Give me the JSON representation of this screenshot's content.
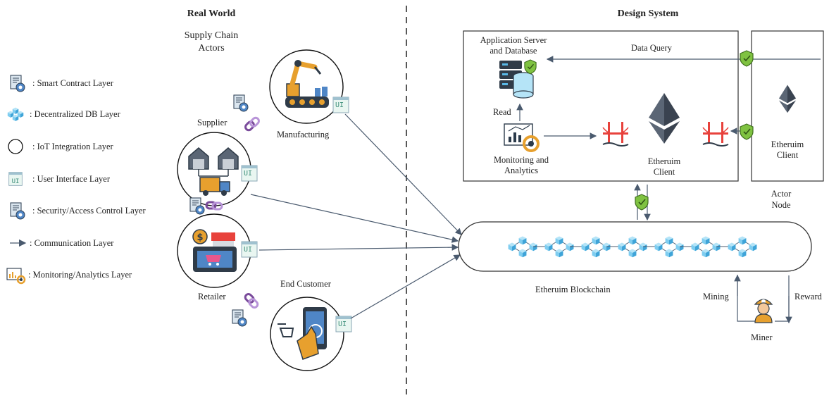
{
  "real_world": {
    "title": "Real World",
    "subtitle_line1": "Supply Chain",
    "subtitle_line2": "Actors",
    "actors": {
      "manufacturing": "Manufacturing",
      "supplier": "Supplier",
      "retailer": "Retailer",
      "end_customer": "End Customer"
    },
    "ui_badge": "UI"
  },
  "design_system": {
    "title": "Design System",
    "app_server_line1": "Application Server",
    "app_server_line2": "and Database",
    "data_query": "Data Query",
    "read": "Read",
    "monitoring_line1": "Monitoring and",
    "monitoring_line2": "Analytics",
    "eth_client_line1": "Etheruim",
    "eth_client_line2": "Client",
    "actor_client_line1": "Etheruim",
    "actor_client_line2": "Client",
    "actor_node_line1": "Actor",
    "actor_node_line2": "Node",
    "blockchain": "Etheruim Blockchain",
    "mining": "Mining",
    "reward": "Reward",
    "miner": "Miner"
  },
  "legend": [
    {
      "icon": "smart-contract-icon",
      "label": ": Smart Contract Layer"
    },
    {
      "icon": "decentralized-db-icon",
      "label": ": Decentralized DB Layer"
    },
    {
      "icon": "iot-circle-icon",
      "label": ": IoT Integration Layer"
    },
    {
      "icon": "ui-icon",
      "label": ": User Interface Layer"
    },
    {
      "icon": "security-icon",
      "label": ": Security/Access Control Layer"
    },
    {
      "icon": "arrow-icon",
      "label": ": Communication Layer"
    },
    {
      "icon": "analytics-icon",
      "label": ": Monitoring/Analytics Layer"
    }
  ],
  "colors": {
    "line": "#4a5a6e",
    "block": "#5ab8e6",
    "shield": "#7fc241",
    "bridge": "#e8423c",
    "eth": "#4a5563"
  }
}
